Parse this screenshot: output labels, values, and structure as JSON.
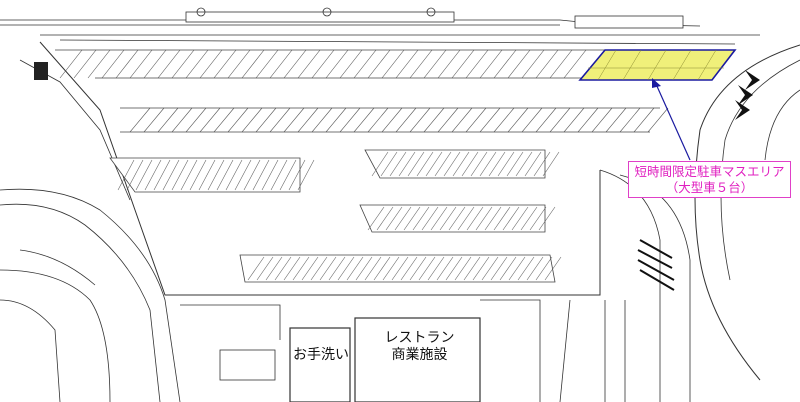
{
  "callout": {
    "line1": "短時間限定駐車マスエリア",
    "line2": "（大型車５台）",
    "border_color": "#e040c8",
    "text_color": "#e020c0"
  },
  "buildings": {
    "restroom": "お手洗い",
    "restaurant_line1": "レストラン",
    "restaurant_line2": "商業施設"
  },
  "highlight": {
    "fill": "#f0f07a",
    "stroke": "#1a1aa0"
  },
  "icons": [
    "parking-lot-map",
    "arrow-icon"
  ]
}
